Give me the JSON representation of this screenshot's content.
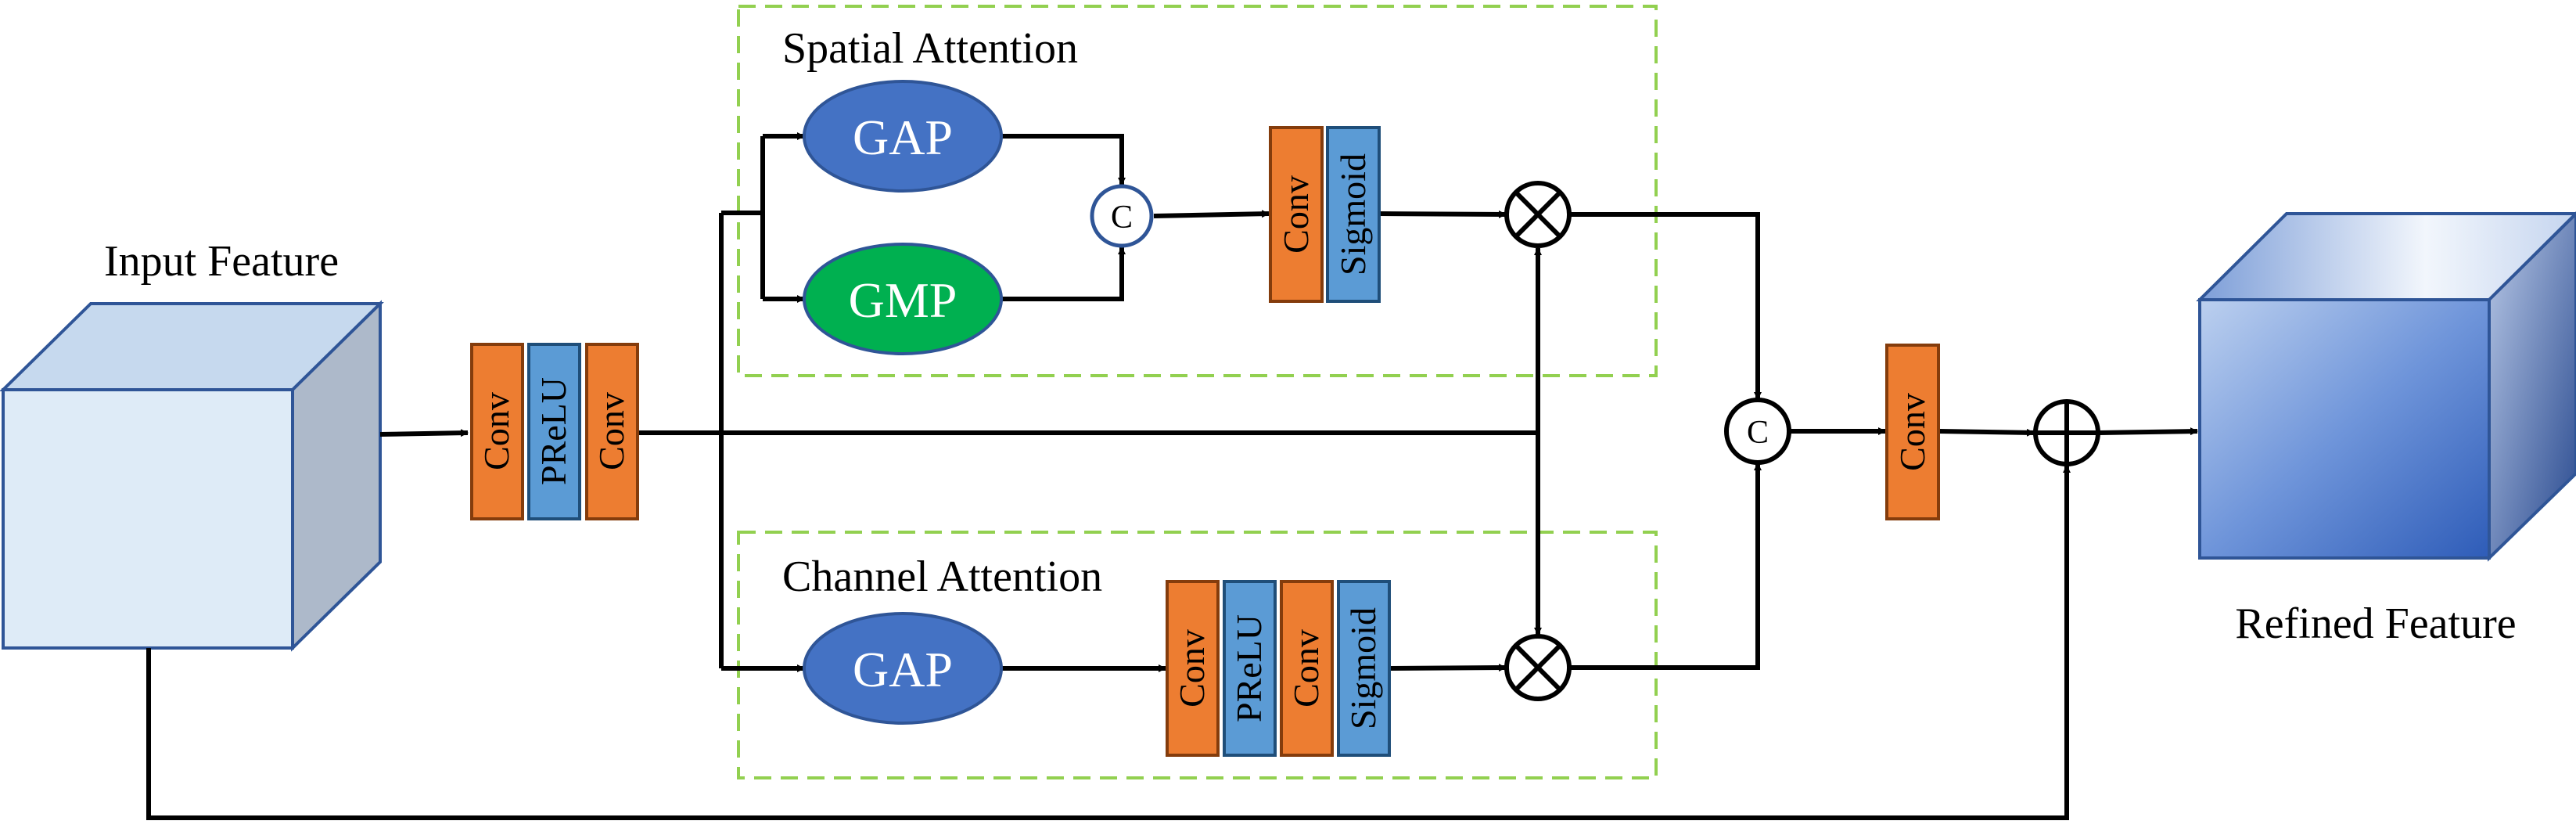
{
  "labels": {
    "input_feature": "Input Feature",
    "refined_feature": "Refined Feature",
    "spatial_attention": "Spatial Attention",
    "channel_attention": "Channel Attention"
  },
  "blocks": {
    "conv": "Conv",
    "prelu": "PReLU",
    "sigmoid": "Sigmoid",
    "gap": "GAP",
    "gmp": "GMP",
    "concat": "C"
  },
  "colors": {
    "conv_fill": "#ed7d31",
    "prelu_sigmoid_fill": "#5b9bd5",
    "gap_fill": "#4472c4",
    "gmp_fill": "#00b050",
    "attention_box_border": "#92d050",
    "input_cube": "#deebf7",
    "refined_cube": "#2e5cb8"
  }
}
